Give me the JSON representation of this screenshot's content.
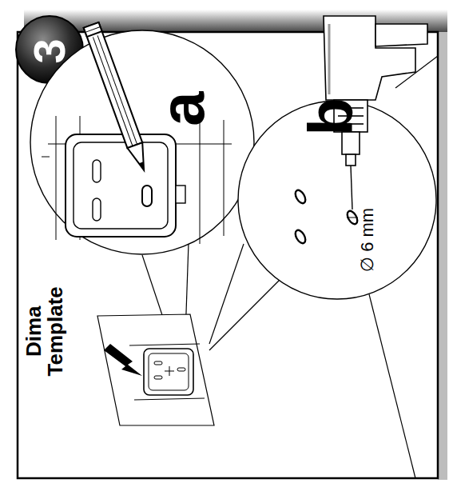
{
  "diagram": {
    "labels": [
      "3",
      "a",
      "b",
      "Dima Template",
      "∅ 6 mm"
    ]
  }
}
